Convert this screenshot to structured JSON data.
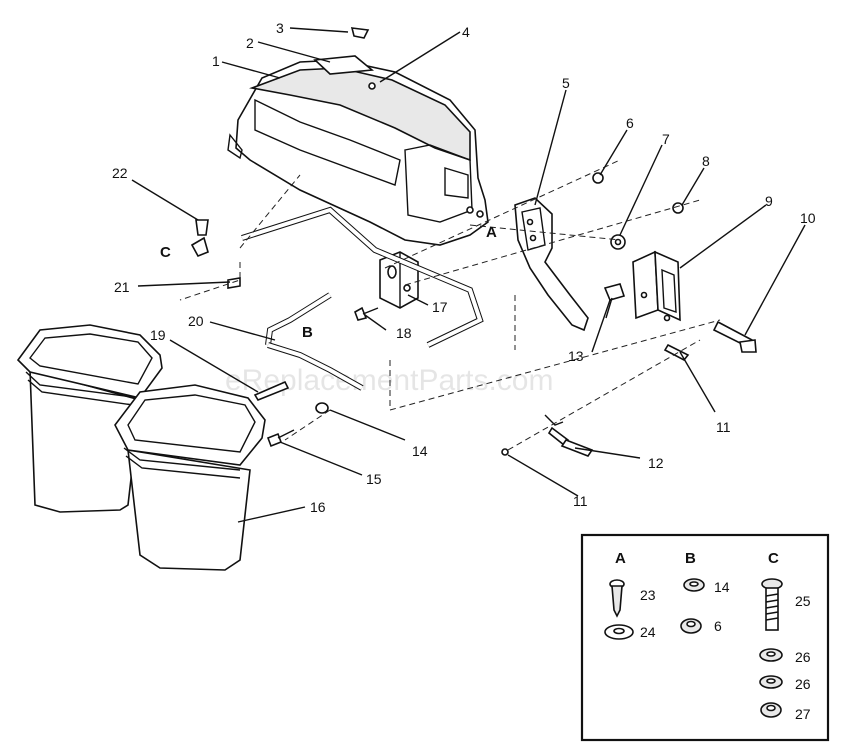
{
  "watermark": "eReplacementParts.com",
  "callouts": [
    {
      "id": "c1",
      "text": "1"
    },
    {
      "id": "c2",
      "text": "2"
    },
    {
      "id": "c3",
      "text": "3"
    },
    {
      "id": "c4",
      "text": "4"
    },
    {
      "id": "c5",
      "text": "5"
    },
    {
      "id": "c6",
      "text": "6"
    },
    {
      "id": "c7",
      "text": "7"
    },
    {
      "id": "c8",
      "text": "8"
    },
    {
      "id": "c9",
      "text": "9"
    },
    {
      "id": "c10",
      "text": "10"
    },
    {
      "id": "c11a",
      "text": "11"
    },
    {
      "id": "c11b",
      "text": "11"
    },
    {
      "id": "c12",
      "text": "12"
    },
    {
      "id": "c13",
      "text": "13"
    },
    {
      "id": "c14",
      "text": "14"
    },
    {
      "id": "c15",
      "text": "15"
    },
    {
      "id": "c16",
      "text": "16"
    },
    {
      "id": "c17",
      "text": "17"
    },
    {
      "id": "c18",
      "text": "18"
    },
    {
      "id": "c19",
      "text": "19"
    },
    {
      "id": "c20",
      "text": "20"
    },
    {
      "id": "c21",
      "text": "21"
    },
    {
      "id": "c22",
      "text": "22"
    }
  ],
  "refs": {
    "A": "A",
    "B": "B",
    "C": "C"
  },
  "inset": {
    "col_a": "A",
    "col_b": "B",
    "col_c": "C",
    "items": [
      {
        "id": "i23",
        "text": "23"
      },
      {
        "id": "i24",
        "text": "24"
      },
      {
        "id": "i14",
        "text": "14"
      },
      {
        "id": "i6",
        "text": "6"
      },
      {
        "id": "i25",
        "text": "25"
      },
      {
        "id": "i26a",
        "text": "26"
      },
      {
        "id": "i26b",
        "text": "26"
      },
      {
        "id": "i27",
        "text": "27"
      }
    ]
  }
}
